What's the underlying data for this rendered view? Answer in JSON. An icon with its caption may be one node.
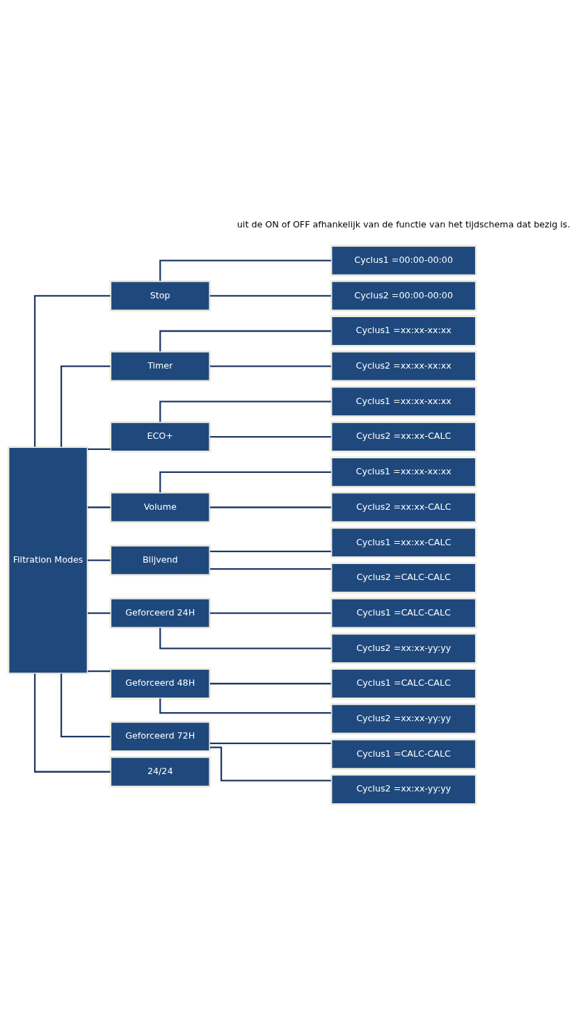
{
  "diagram": {
    "nodes": [
      {
        "text": [
          "Filtration Modes"
        ]
      },
      {
        "text": [
          "Stop"
        ]
      },
      {
        "text": [
          "Cyclus1 =00:00-00:00"
        ]
      },
      {
        "text": [
          "Cyclus2 =00:00-00:00"
        ]
      },
      {
        "text": [
          "Timer"
        ]
      },
      {
        "text": [
          "Cyclus1 =xx:xx-xx:xx"
        ]
      },
      {
        "text": [
          "Cyclus2 =xx:xx-xx:xx"
        ]
      },
      {
        "text": [
          "ECO+"
        ]
      },
      {
        "text": [
          "Cyclus1 =xx:xx-xx:xx"
        ]
      },
      {
        "text": [
          "Cyclus2 =xx:xx-CALC"
        ]
      },
      {
        "text": [
          "Volume"
        ]
      },
      {
        "text": [
          "Cyclus1 =xx:xx-xx:xx"
        ]
      },
      {
        "text": [
          "Cyclus2 =xx:xx-CALC"
        ]
      },
      {
        "text": [
          "Blijvend"
        ]
      },
      {
        "text": [
          "Cyclus1 =xx:xx-CALC"
        ]
      },
      {
        "text": [
          "Cyclus2 =CALC-CALC"
        ]
      },
      {
        "text": [
          "Geforceerd 24H"
        ]
      },
      {
        "text": [
          "Cyclus1 =CALC-CALC"
        ]
      },
      {
        "text": [
          "Cyclus2 =xx:xx-yy:yy"
        ]
      },
      {
        "text": [
          "Geforceerd 48H"
        ]
      },
      {
        "text": [
          "Cyclus1 =CALC-CALC"
        ]
      },
      {
        "text": [
          "Cyclus2 =xx:xx-yy:yy"
        ]
      },
      {
        "text": [
          "Geforceerd 72H"
        ]
      },
      {
        "text": [
          "Cyclus1 =CALC-CALC"
        ]
      },
      {
        "text": [
          "Cyclus2 =xx:xx-yy:yy"
        ]
      },
      {
        "text": [
          "24/24"
        ]
      }
    ],
    "edges": [
      {
        "from": 0,
        "to": 1,
        "arrow": "none"
      },
      {
        "from": 1,
        "to": 2,
        "arrow": "none"
      },
      {
        "from": 1,
        "to": 3,
        "arrow": "none"
      },
      {
        "from": 0,
        "to": 4,
        "arrow": "none"
      },
      {
        "from": 4,
        "to": 5,
        "arrow": "none"
      },
      {
        "from": 4,
        "to": 6,
        "arrow": "none"
      },
      {
        "from": 0,
        "to": 7,
        "arrow": "none"
      },
      {
        "from": 7,
        "to": 8,
        "arrow": "none"
      },
      {
        "from": 7,
        "to": 9,
        "arrow": "none"
      },
      {
        "from": 0,
        "to": 10,
        "arrow": "none"
      },
      {
        "from": 10,
        "to": 11,
        "arrow": "none"
      },
      {
        "from": 10,
        "to": 12,
        "arrow": "none"
      },
      {
        "from": 0,
        "to": 13,
        "arrow": "none"
      },
      {
        "from": 13,
        "to": 14,
        "arrow": "none"
      },
      {
        "from": 13,
        "to": 15,
        "arrow": "none"
      },
      {
        "from": 0,
        "to": 16,
        "arrow": "none"
      },
      {
        "from": 16,
        "to": 17,
        "arrow": "none"
      },
      {
        "from": 16,
        "to": 18,
        "arrow": "none"
      },
      {
        "from": 0,
        "to": 19,
        "arrow": "none"
      },
      {
        "from": 19,
        "to": 20,
        "arrow": "none"
      },
      {
        "from": 19,
        "to": 21,
        "arrow": "none"
      },
      {
        "from": 0,
        "to": 22,
        "arrow": "none"
      },
      {
        "from": 22,
        "to": 23,
        "arrow": "none"
      },
      {
        "from": 22,
        "to": 24,
        "arrow": "none"
      },
      {
        "from": 0,
        "to": 25,
        "arrow": "none"
      }
    ],
    "labels": [
      "uit de ON of OFF afhankelijk van de functie van het tijdschema dat bezig is."
    ]
  }
}
